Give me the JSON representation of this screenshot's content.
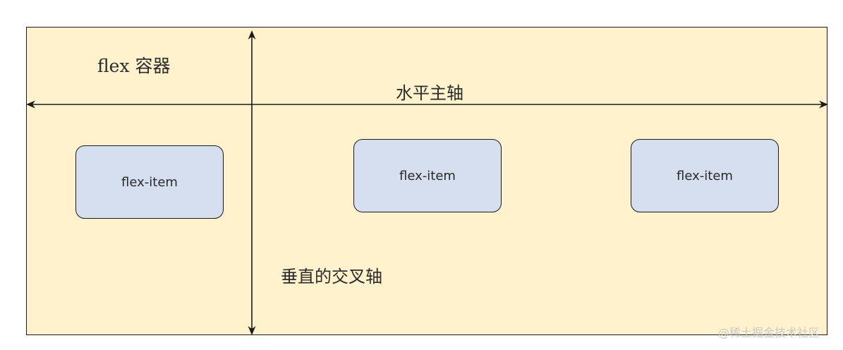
{
  "diagram": {
    "container_label": "flex 容器",
    "main_axis_label": "水平主轴",
    "cross_axis_label": "垂直的交叉轴",
    "items": [
      {
        "label": "flex-item"
      },
      {
        "label": "flex-item"
      },
      {
        "label": "flex-item"
      }
    ]
  },
  "watermark": "@稀土掘金技术社区",
  "colors": {
    "container_fill": "#fff2cc",
    "item_fill": "#d6dff0",
    "stroke": "#1a1a1a"
  }
}
